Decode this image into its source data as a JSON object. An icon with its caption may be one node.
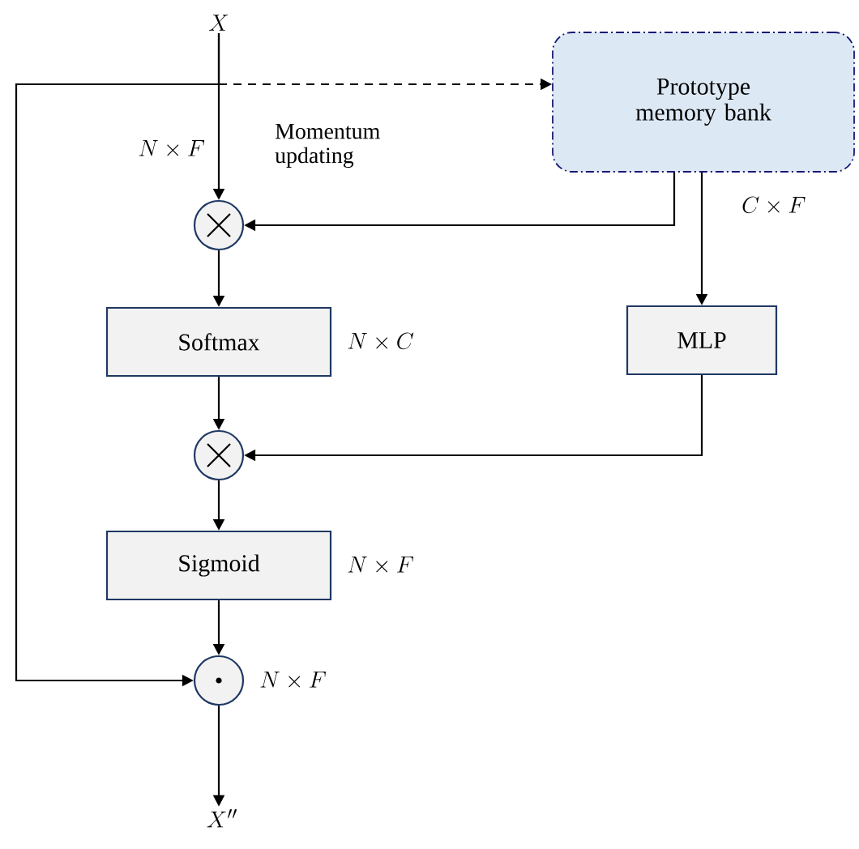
{
  "diagram": {
    "nodes": [
      {
        "text": [
          "X"
        ]
      },
      {
        "text": [
          "Prototype memory bank"
        ]
      },
      {
        "text": [],
        "shape": "circle"
      },
      {
        "text": [
          "Softmax"
        ],
        "beside": [
          "N \\times C"
        ]
      },
      {
        "text": [
          "MLP"
        ]
      },
      {
        "text": [],
        "shape": "circle"
      },
      {
        "text": [
          "Sigmoid"
        ],
        "beside": [
          "N \\times F"
        ]
      },
      {
        "text": [],
        "shape": "circle",
        "beside": [
          "N \\times F"
        ]
      },
      {
        "text": [
          "X''"
        ]
      }
    ],
    "edges": [
      {
        "from": 0,
        "to": 2,
        "arrow": "to",
        "label": "N \\times F"
      },
      {
        "from": 0,
        "to": 1,
        "arrow": "to",
        "style": "dashed",
        "label": "Momentum updating"
      },
      {
        "from": 0,
        "to": 7,
        "arrow": "to"
      },
      {
        "from": 1,
        "to": 2,
        "arrow": "to"
      },
      {
        "from": 1,
        "to": 4,
        "arrow": "to",
        "label": "C \\times F"
      },
      {
        "from": 2,
        "to": 3,
        "arrow": "to"
      },
      {
        "from": 3,
        "to": 5,
        "arrow": "to"
      },
      {
        "from": 4,
        "to": 5,
        "arrow": "to"
      },
      {
        "from": 5,
        "to": 6,
        "arrow": "to"
      },
      {
        "from": 6,
        "to": 7,
        "arrow": "to"
      },
      {
        "from": 7,
        "to": 8,
        "arrow": "to"
      }
    ]
  }
}
